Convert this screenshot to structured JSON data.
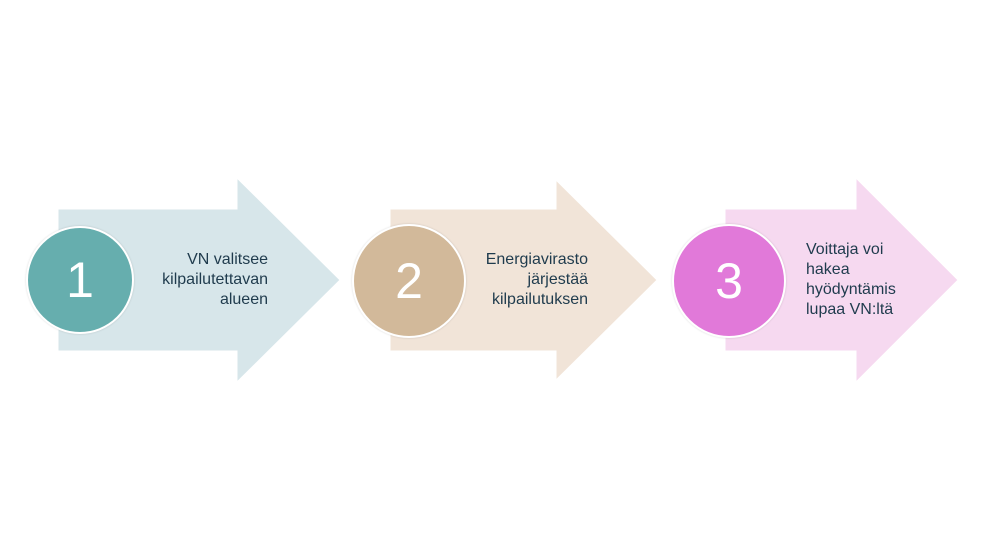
{
  "diagram": {
    "steps": [
      {
        "number": "1",
        "text": "VN valitsee kilpailutettavan alueen",
        "lines": [
          "VN valitsee",
          "kilpailutettavan",
          "alueen"
        ],
        "align": "right",
        "circle_color": "#66aeae",
        "arrow_color": "#d7e6ea"
      },
      {
        "number": "2",
        "text": "Energiavirasto järjestää kilpailutuksen",
        "lines": [
          "Energiavirasto",
          "järjestää",
          "kilpailutuksen"
        ],
        "align": "right",
        "circle_color": "#d2b99a",
        "arrow_color": "#f1e4d8"
      },
      {
        "number": "3",
        "text": "Voittaja voi hakea hyödyntämis lupaa VN:ltä",
        "lines": [
          "Voittaja voi",
          "hakea",
          "hyödyntämis",
          "lupaa VN:ltä"
        ],
        "align": "left",
        "circle_color": "#e179d9",
        "arrow_color": "#f6d9f0"
      }
    ],
    "text_color": "#1f3b4d"
  }
}
